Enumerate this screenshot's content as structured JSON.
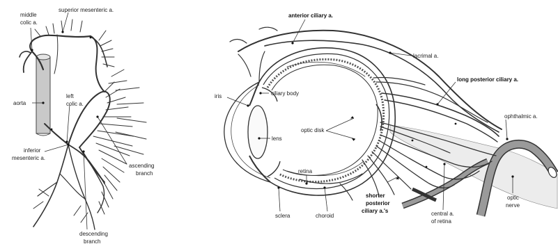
{
  "mesenteric": {
    "labels": {
      "middle_colic": [
        "middle",
        "colic a."
      ],
      "superior_mesenteric": "superior mesenteric a.",
      "left_colic": [
        "left",
        "colic a."
      ],
      "aorta": "aorta",
      "inferior_mesenteric": [
        "inferior",
        "mesenteric a."
      ],
      "ascending_branch": [
        "ascending",
        "branch"
      ],
      "descending_branch": [
        "descending",
        "branch"
      ]
    }
  },
  "eye": {
    "labels": {
      "anterior_ciliary": "anterior ciliary a.",
      "lacrimal": "lacrimal a.",
      "long_posterior_ciliary": "long posterior ciliary a.",
      "iris": "iris",
      "ciliary_body": "ciliary body",
      "optic_disk": "optic disk",
      "lens": "lens",
      "ophthalmic": "ophthalmic a.",
      "retina": "retina",
      "sclera": "sclera",
      "choroid": "choroid",
      "shorter_posterior_ciliary": [
        "shorter",
        "posterior",
        "ciliary a.'s"
      ],
      "central_retina": [
        "central a.",
        "of retina"
      ],
      "optic_nerve": [
        "optic",
        "nerve"
      ]
    }
  }
}
